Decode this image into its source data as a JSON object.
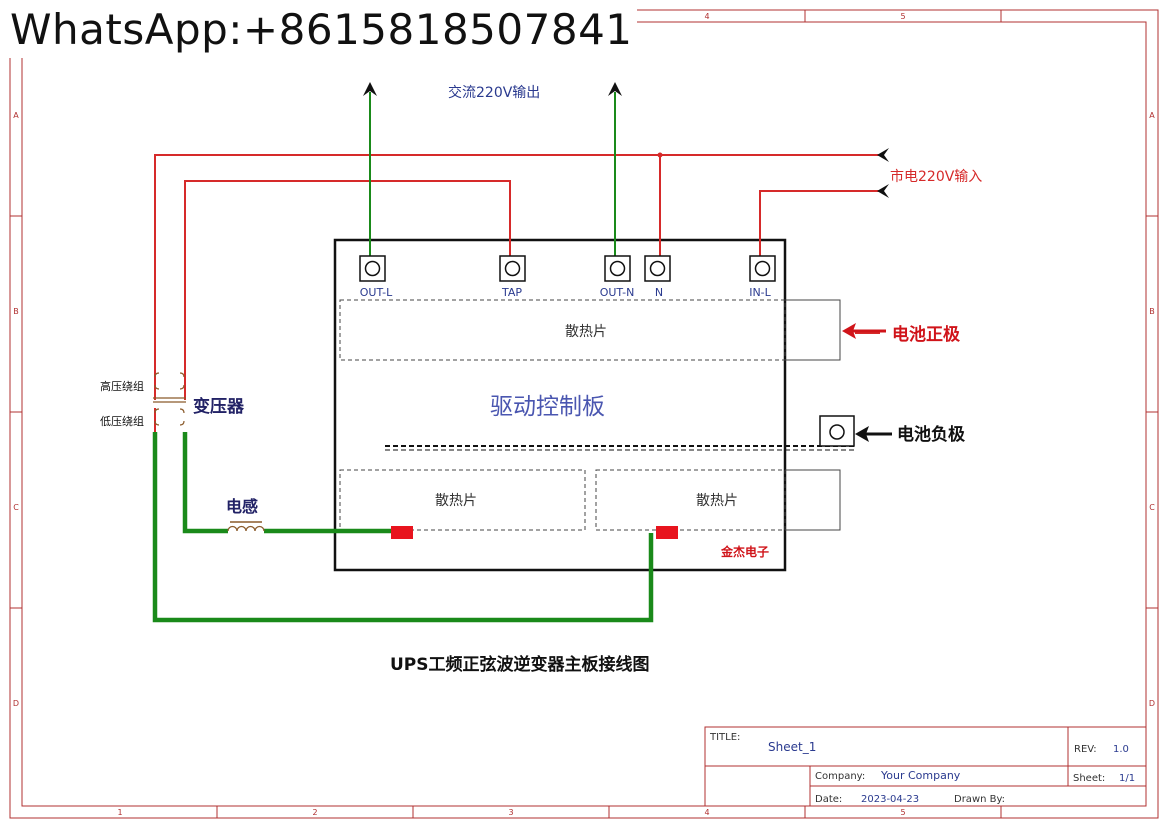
{
  "watermark": "WhatsApp:+8615818507841",
  "frame": {
    "col_labels": [
      "1",
      "2",
      "3",
      "4",
      "5"
    ],
    "row_labels": [
      "A",
      "B",
      "C",
      "D"
    ]
  },
  "labels": {
    "ac_output": "交流220V输出",
    "mains_input": "市电220V输入",
    "battery_pos": "电池正极",
    "battery_neg": "电池负极",
    "transformer": "变压器",
    "high_winding": "高压绕组",
    "low_winding": "低压绕组",
    "inductor": "电感",
    "board": "驱动控制板",
    "heatsink": "散热片",
    "brand": "金杰电子",
    "caption_bold": "UPS",
    "caption_rest": "工频正弦波逆变器主板接线图"
  },
  "terminals": [
    "OUT-L",
    "TAP",
    "OUT-N",
    "N",
    "IN-L"
  ],
  "title_block": {
    "title_label": "TITLE:",
    "title_value": "Sheet_1",
    "rev_label": "REV:",
    "rev_value": "1.0",
    "company_label": "Company:",
    "company_value": "Your Company",
    "sheet_label": "Sheet:",
    "sheet_value": "1/1",
    "date_label": "Date:",
    "date_value": "2023-04-23",
    "drawn_label": "Drawn By:"
  },
  "colors": {
    "frame": "#b03030",
    "wire_red": "#d62a2a",
    "wire_green": "#1a8a1a",
    "label_blue": "#2a3a8f",
    "board_title": "#4a56b0",
    "pad_red": "#e8141e",
    "battery_red": "#d0141a"
  }
}
